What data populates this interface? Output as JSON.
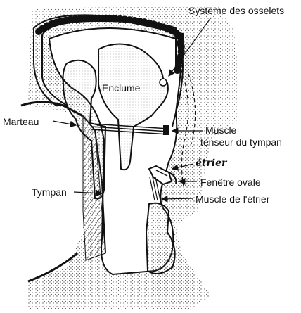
{
  "labels": {
    "ossicles": "Système des osselets",
    "incus": "Enclume",
    "malleus": "Marteau",
    "tensor_line1": "Muscle",
    "tensor_line2": "tenseur du tympan",
    "stapes": "étrier",
    "oval_window": "Fenêtre ovale",
    "eardrum": "Tympan",
    "stapedius": "Muscle de l'étrier"
  },
  "colors": {
    "ink": "#111111",
    "stipple": "#555555",
    "background": "#ffffff"
  }
}
